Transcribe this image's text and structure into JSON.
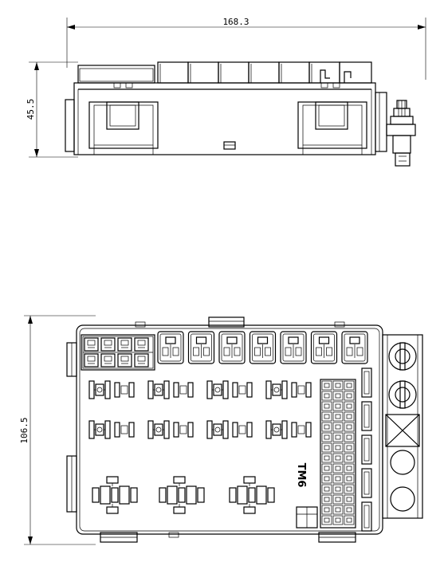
{
  "dimensions": {
    "width": "168.3",
    "height_side": "45.5",
    "height_top": "106.5"
  },
  "part_label": "TM6"
}
